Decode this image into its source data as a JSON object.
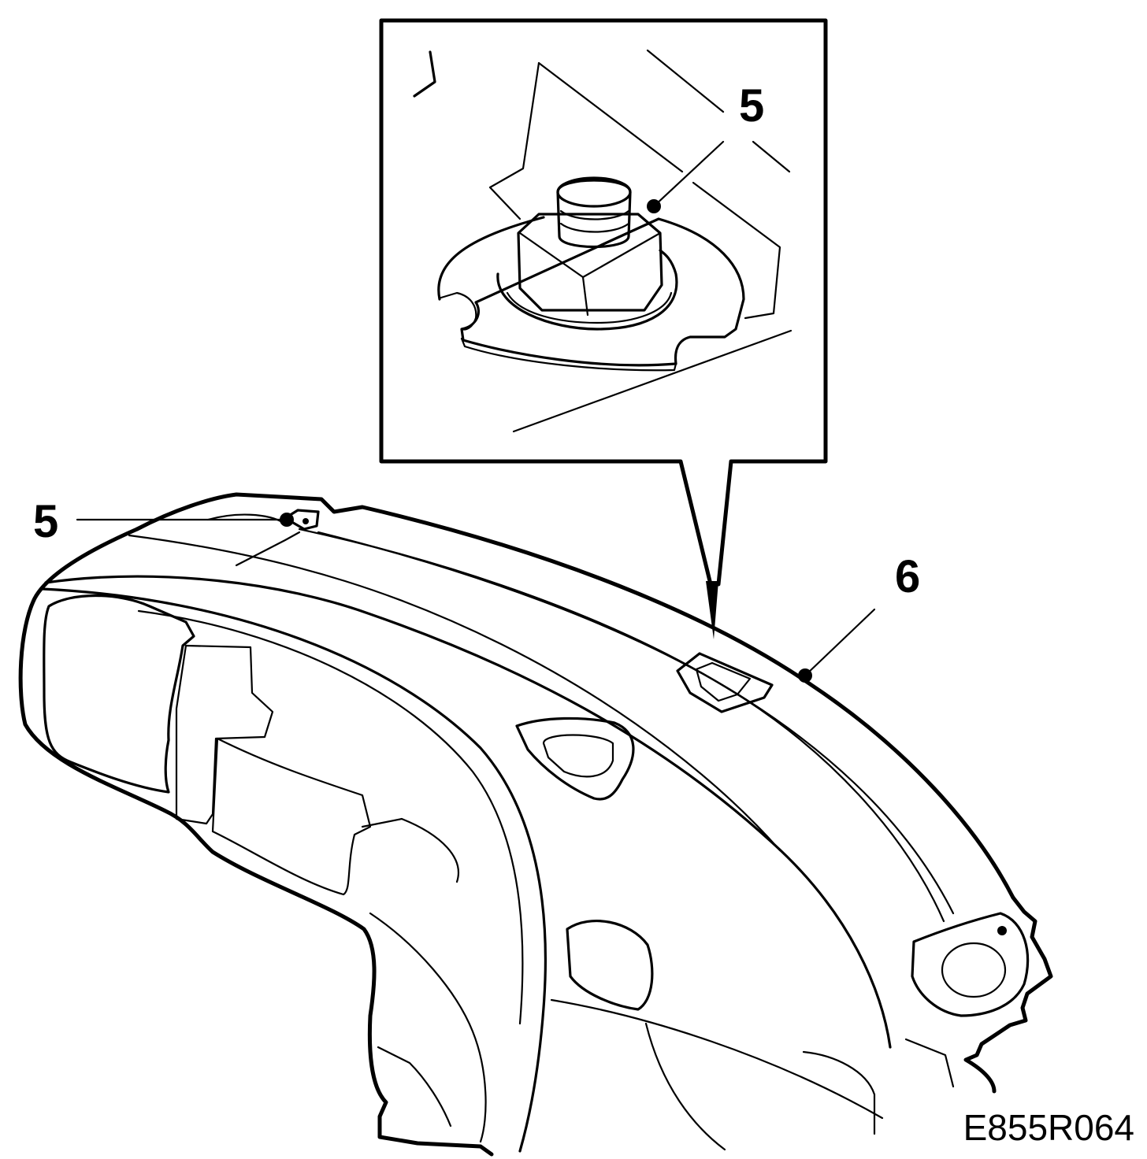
{
  "callouts": {
    "detail_fastener": "5",
    "body_fastener": "5",
    "dashboard": "6"
  },
  "figure_code": "E855R064",
  "colors": {
    "ink": "#000000",
    "paper": "#ffffff"
  }
}
